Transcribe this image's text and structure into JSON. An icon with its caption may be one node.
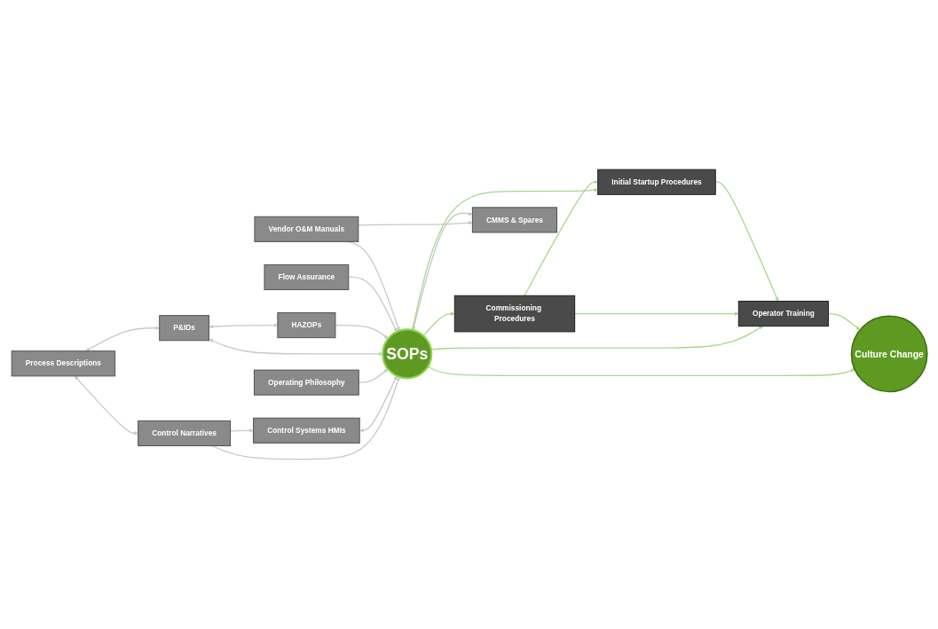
{
  "diagram": {
    "nodes": [
      {
        "text": [
          "Process Descriptions"
        ]
      },
      {
        "text": [
          "Control Narratives"
        ]
      },
      {
        "text": [
          "Control Systems HMIs"
        ]
      },
      {
        "text": [
          "Operating Philosophy"
        ]
      },
      {
        "text": [
          "Culture Change"
        ]
      },
      {
        "text": [
          "P&IDs"
        ]
      },
      {
        "text": [
          "SOPs"
        ]
      },
      {
        "text": [
          "Operator Training"
        ]
      },
      {
        "text": [
          "Commissioning Procedures"
        ]
      },
      {
        "text": [
          "Initial Startup Procedures"
        ]
      },
      {
        "text": [
          "HAZOPs"
        ]
      },
      {
        "text": [
          "Flow Assurance"
        ]
      },
      {
        "text": [
          "Vendor O&M Manuals"
        ]
      },
      {
        "text": [
          "CMMS & Spares"
        ]
      }
    ],
    "edges": [
      {
        "from": 0,
        "to": 1,
        "arrow": "both"
      },
      {
        "from": 1,
        "to": 2,
        "arrow": "to"
      },
      {
        "from": 1,
        "to": 6,
        "arrow": "to"
      },
      {
        "from": 2,
        "to": 6,
        "arrow": "both"
      },
      {
        "from": 3,
        "to": 6,
        "arrow": "to"
      },
      {
        "from": 0,
        "to": 5,
        "arrow": "both"
      },
      {
        "from": 5,
        "to": 6,
        "arrow": "both"
      },
      {
        "from": 5,
        "to": 10,
        "arrow": "both"
      },
      {
        "from": 10,
        "to": 6,
        "arrow": "to"
      },
      {
        "from": 11,
        "to": 6,
        "arrow": "to"
      },
      {
        "from": 12,
        "to": 6,
        "arrow": "to"
      },
      {
        "from": 12,
        "to": 13,
        "arrow": "to"
      },
      {
        "from": 6,
        "to": 13,
        "arrow": "both"
      },
      {
        "from": 6,
        "to": 4,
        "arrow": "to",
        "color": "#a9d78a"
      },
      {
        "from": 6,
        "to": 8,
        "arrow": "to",
        "color": "#a9d78a"
      },
      {
        "from": 6,
        "to": 7,
        "arrow": "to",
        "color": "#a9d78a"
      },
      {
        "from": 6,
        "to": 9,
        "arrow": "to",
        "color": "#a9d78a"
      },
      {
        "from": 7,
        "to": 4,
        "arrow": "to",
        "color": "#a9d78a"
      },
      {
        "from": 8,
        "to": 9,
        "arrow": "to",
        "color": "#a9d78a"
      },
      {
        "from": 8,
        "to": 7,
        "arrow": "to",
        "color": "#a9d78a"
      },
      {
        "from": 9,
        "to": 7,
        "arrow": "to",
        "color": "#a9d78a"
      }
    ]
  }
}
